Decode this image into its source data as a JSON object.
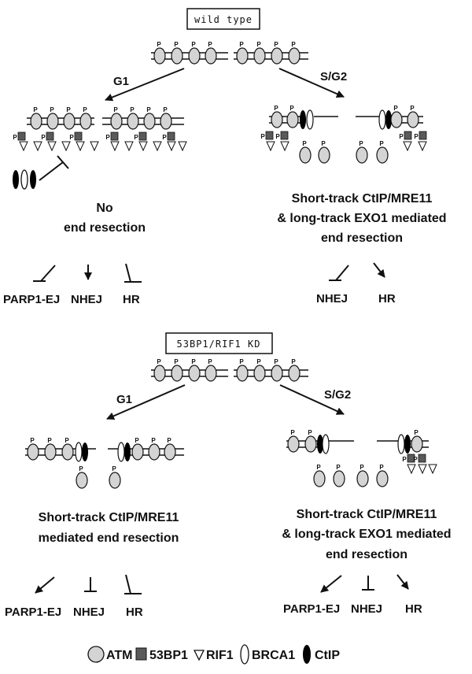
{
  "panels": [
    {
      "title": "wild type",
      "left_phase": "G1",
      "right_phase": "S/G2",
      "left_outcome": [
        "No",
        "end resection"
      ],
      "right_outcome": [
        "Short-track CtIP/MRE11",
        "& long-track EXO1 mediated",
        "end resection"
      ],
      "left_pathways": [
        "PARP1-EJ",
        "NHEJ",
        "HR"
      ],
      "right_pathways": [
        "NHEJ",
        "HR"
      ]
    },
    {
      "title": "53BP1/RIF1 KD",
      "left_phase": "G1",
      "right_phase": "S/G2",
      "left_outcome": [
        "Short-track CtIP/MRE11",
        "mediated end resection"
      ],
      "right_outcome": [
        "Short-track CtIP/MRE11",
        "& long-track EXO1 mediated",
        "end resection"
      ],
      "left_pathways": [
        "PARP1-EJ",
        "NHEJ",
        "HR"
      ],
      "right_pathways": [
        "PARP1-EJ",
        "NHEJ",
        "HR"
      ]
    }
  ],
  "phospho_label": "P",
  "legend": [
    {
      "label": "ATM",
      "symbol": "circle-gray"
    },
    {
      "label": "53BP1",
      "symbol": "square-dark"
    },
    {
      "label": "RIF1",
      "symbol": "triangle-outline"
    },
    {
      "label": "BRCA1",
      "symbol": "ellipse-outline"
    },
    {
      "label": "CtIP",
      "symbol": "ellipse-black"
    }
  ],
  "colors": {
    "atm": "#d4d4d4",
    "p53bp1": "#5a5a5a",
    "ctip": "#000000",
    "line": "#111111"
  }
}
